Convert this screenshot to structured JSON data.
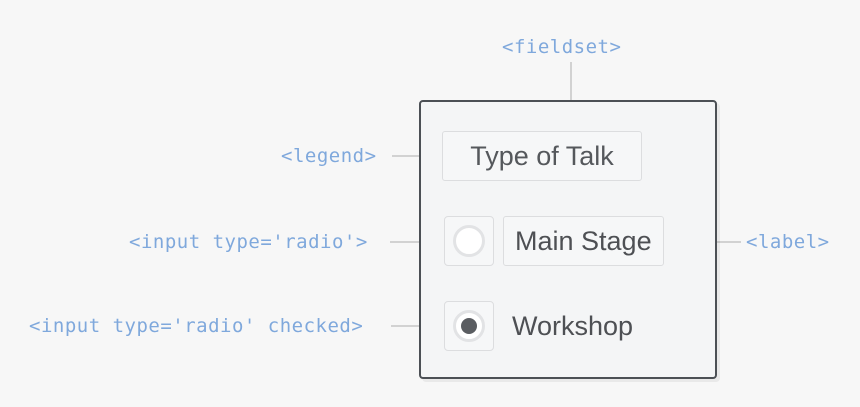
{
  "page": {
    "background_color": "#f7f7f7",
    "annotation_color": "#7fa8dc",
    "connector_color": "#d2d2d2",
    "fieldset_border_color": "#4c5055",
    "control_border_color": "#dcdddf",
    "text_color": "#55585c",
    "checked_dot_color": "#5a5d61"
  },
  "annotations": {
    "fieldset": "<fieldset>",
    "legend": "<legend>",
    "input_radio": "<input type='radio'>",
    "input_radio_checked": "<input type='radio' checked>",
    "label": "<label>"
  },
  "fieldset": {
    "legend": {
      "text": "Type of Talk"
    },
    "options": [
      {
        "label": "Main Stage",
        "checked": false,
        "label_has_box": true
      },
      {
        "label": "Workshop",
        "checked": true,
        "label_has_box": false
      }
    ]
  }
}
